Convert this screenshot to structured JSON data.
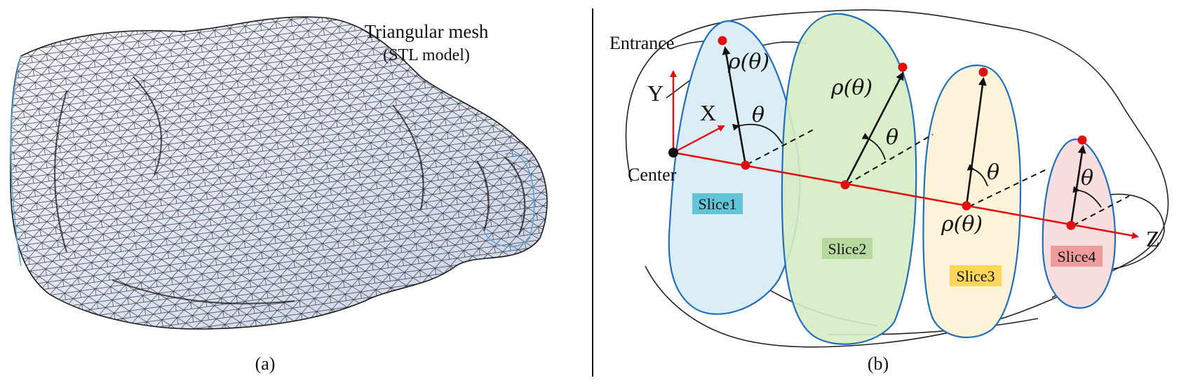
{
  "panel_a": {
    "title_line1": "Triangular mesh",
    "title_line2": "(STL model)",
    "caption": "(a)"
  },
  "panel_b": {
    "caption": "(b)",
    "entrance": "Entrance",
    "center": "Center",
    "axis_x": "X",
    "axis_y": "Y",
    "axis_z": "Z",
    "rho_label": "ρ(θ)",
    "theta_label": "θ",
    "slices": [
      {
        "label": "Slice1",
        "fill": "#dbeef8",
        "label_bg": "#62c3d9"
      },
      {
        "label": "Slice2",
        "fill": "#d6ecc4",
        "label_bg": "#b7d9a0"
      },
      {
        "label": "Slice3",
        "fill": "#fdf3d9",
        "label_bg": "#ffd55e"
      },
      {
        "label": "Slice4",
        "fill": "#f8dede",
        "label_bg": "#ef9c9c"
      }
    ]
  },
  "colors": {
    "slice_outline": "#1f6fbf",
    "axis": "#e01010",
    "point": "#e01010",
    "mesh_fill": "#dde3f2",
    "mesh_line": "#1a1a1a"
  }
}
